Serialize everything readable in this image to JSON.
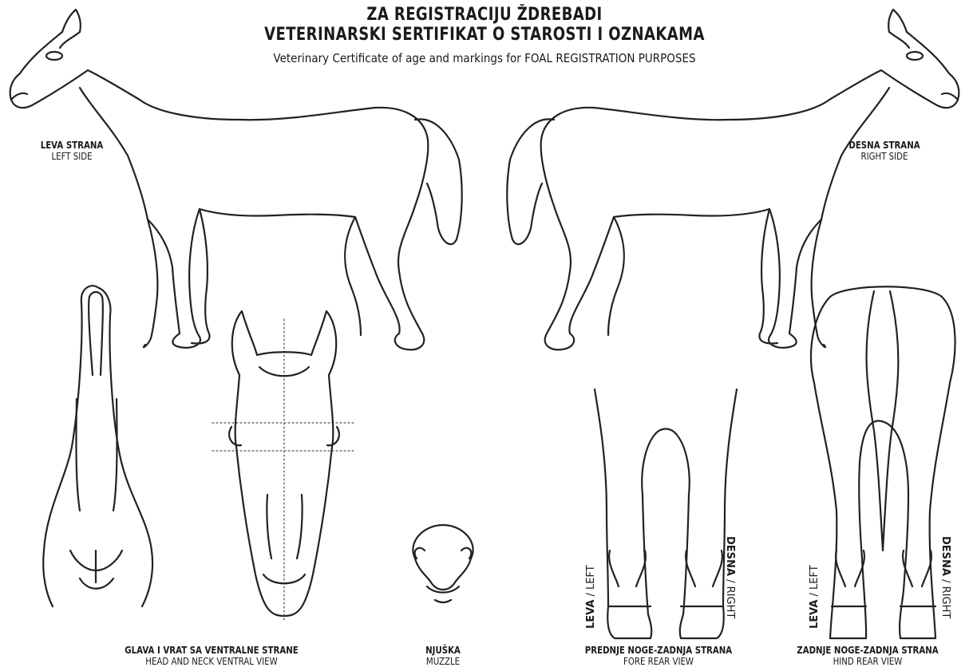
{
  "header": {
    "title_line1": "ZA REGISTRACIJU ŽDREBADI",
    "title_line2": "VETERINARSKI SERTIFIKAT O STAROSTI I OZNAKAMA",
    "subtitle": "Veterinary Certificate of age and markings for FOAL REGISTRATION PURPOSES"
  },
  "left_side": {
    "label_local": "LEVA STRANA",
    "label_en": "LEFT SIDE"
  },
  "right_side": {
    "label_local": "DESNA STRANA",
    "label_en": "RIGHT SIDE"
  },
  "head_neck": {
    "label_local": "GLAVA I VRAT SA VENTRALNE STRANE",
    "label_en": "HEAD AND NECK VENTRAL VIEW"
  },
  "muzzle": {
    "label_local": "NJUŠKA",
    "label_en": "MUZZLE"
  },
  "fore_rear": {
    "label_local": "PREDNJE NOGE-ZADNJA STRANA",
    "label_en": "FORE REAR VIEW",
    "left_local": "LEVA",
    "left_en": "/ LEFT",
    "right_local": "DESNA",
    "right_en": "/ RIGHT"
  },
  "hind_rear": {
    "label_local": "ZADNJE NOGE-ZADNJA STRANA",
    "label_en": "HIND REAR VIEW",
    "left_local": "LEVA",
    "left_en": "/ LEFT",
    "right_local": "DESNA",
    "right_en": "/ RIGHT"
  }
}
